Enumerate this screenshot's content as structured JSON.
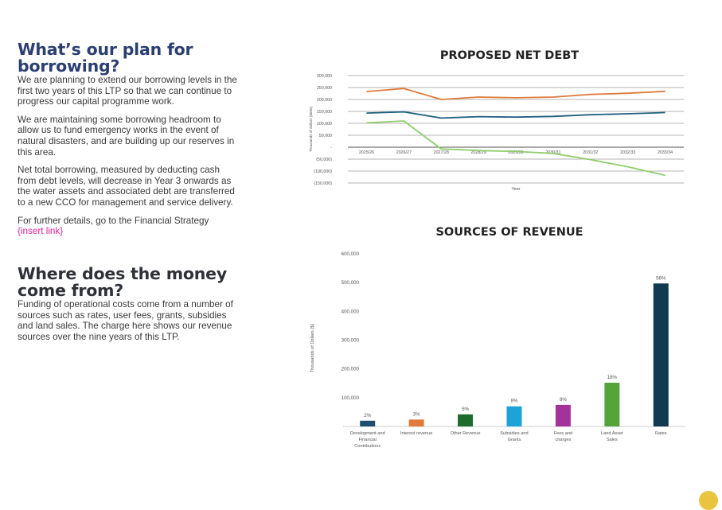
{
  "section1": {
    "heading_line1": "What’s our plan for",
    "heading_line2": "borrowing?",
    "paragraphs": [
      "We are planning to extend our borrowing levels in the first two years of this LTP so that we can continue to progress our capital programme work.",
      "We are maintaining some borrowing headroom to allow us to fund emergency works in the event of natural disasters, and are building up our reserves in this area.",
      "Net total borrowing, measured by deducting cash from debt levels, will decrease in Year 3 onwards as the water assets and associated debt are transferred to a new CCO for management and service delivery."
    ],
    "further_text": "For further details, go to the Financial Strategy",
    "link_text": "{insert link}"
  },
  "section2": {
    "heading_line1": "Where does the money",
    "heading_line2": "come from?",
    "paragraph": "Funding of operational costs come from a number of sources such as rates, user fees, grants, subsidies and land sales. The charge here shows our revenue sources over the nine years of this LTP."
  },
  "colors": {
    "heading_blue": "#2b3f72",
    "link_pink": "#e0259a",
    "accent_yellow": "#e9c43f"
  },
  "chart_data": [
    {
      "type": "line",
      "title": "PROPOSED NET DEBT",
      "xlabel": "Year",
      "ylabel": "Thousands of dollars ($000)",
      "ylim": [
        -150000,
        300000
      ],
      "y_ticks": [
        -150000,
        -100000,
        -50000,
        0,
        50000,
        100000,
        150000,
        200000,
        250000,
        300000
      ],
      "y_tick_labels": [
        "(150,000)",
        "(100,000)",
        "(50,000)",
        "-",
        "50,000",
        "100,000",
        "150,000",
        "200,000",
        "250,000",
        "300,000"
      ],
      "x": [
        "2025/26",
        "2026/27",
        "2027/28",
        "2028/29",
        "2029/30",
        "2030/31",
        "2031/32",
        "2032/33",
        "2033/34"
      ],
      "grid": true,
      "series": [
        {
          "color": "#e07b3c",
          "values": [
            233000,
            246000,
            200000,
            210000,
            207000,
            210000,
            221000,
            226000,
            234000
          ]
        },
        {
          "color": "#1f5f7f",
          "values": [
            143000,
            148000,
            122000,
            128000,
            126000,
            129000,
            136000,
            140000,
            145000
          ]
        },
        {
          "color": "#8fce6a",
          "values": [
            102000,
            110000,
            -7000,
            -14000,
            -18000,
            -26000,
            -52000,
            -82000,
            -118000
          ]
        }
      ]
    },
    {
      "type": "bar",
      "title": "SOURCES OF REVENUE",
      "ylabel": "Thousands of Dollars ($)",
      "ylim": [
        0,
        600000
      ],
      "y_ticks": [
        100000,
        200000,
        300000,
        400000,
        500000,
        600000
      ],
      "y_tick_labels": [
        "100,000",
        "200,000",
        "300,000",
        "400,000",
        "500,000",
        "600,000"
      ],
      "categories": [
        "Development and Financial Contributions",
        "Interest revenue",
        "Other Revenue",
        "Subsidies and Grants",
        "Fees and charges",
        "Land Asset Sales",
        "Rates"
      ],
      "values": [
        20000,
        24000,
        42000,
        70000,
        75000,
        152000,
        497000
      ],
      "labels": [
        "2%",
        "3%",
        "5%",
        "8%",
        "8%",
        "18%",
        "56%"
      ],
      "colors": [
        "#1d4e6e",
        "#e07b3c",
        "#1e6b2e",
        "#1ea3d6",
        "#a3339a",
        "#54a43a",
        "#0f3a52"
      ]
    }
  ]
}
